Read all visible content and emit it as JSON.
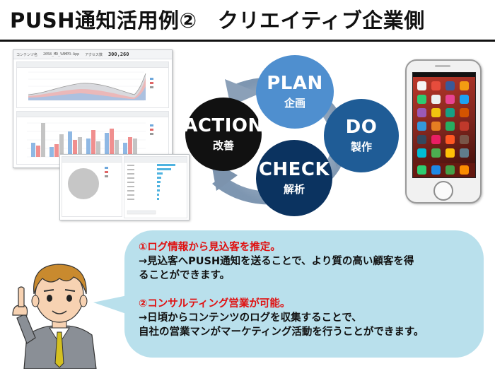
{
  "title": "PUSH通知活用例②　クリエイティブ企業側",
  "dashboard": {
    "header_label": "コンテンツ名",
    "app_name": "2058_MD_VAMPR-App",
    "metric_label": "アクセス数",
    "metric_value": "300,260"
  },
  "cycle": {
    "plan": {
      "label": "PLAN",
      "sub": "企画"
    },
    "do": {
      "label": "DO",
      "sub": "製作"
    },
    "check": {
      "label": "CHECK",
      "sub": "解析"
    },
    "action": {
      "label": "ACTION",
      "sub": "改善"
    }
  },
  "colors": {
    "plan": "#4f8fcf",
    "do": "#1f5c96",
    "check": "#0b3360",
    "action": "#111111",
    "arrow": "#6f8aa8",
    "bubble": "#b9e0ec",
    "highlight": "#e01010"
  },
  "bubble": {
    "point1_heading": "①ログ情報から見込客を推定。",
    "point1_line1": "→見込客へPUSH通知を送ることで、より質の高い顧客を得",
    "point1_line2": "ることができます。",
    "point2_heading": "②コンサルティング営業が可能。",
    "point2_line1": "→日頃からコンテンツのログを収集することで、",
    "point2_line2": "自社の営業マンがマーケティング活動を行うことができます。"
  },
  "icons": {
    "phone": "smartphone-icon",
    "character": "businessman-pointing-icon"
  }
}
